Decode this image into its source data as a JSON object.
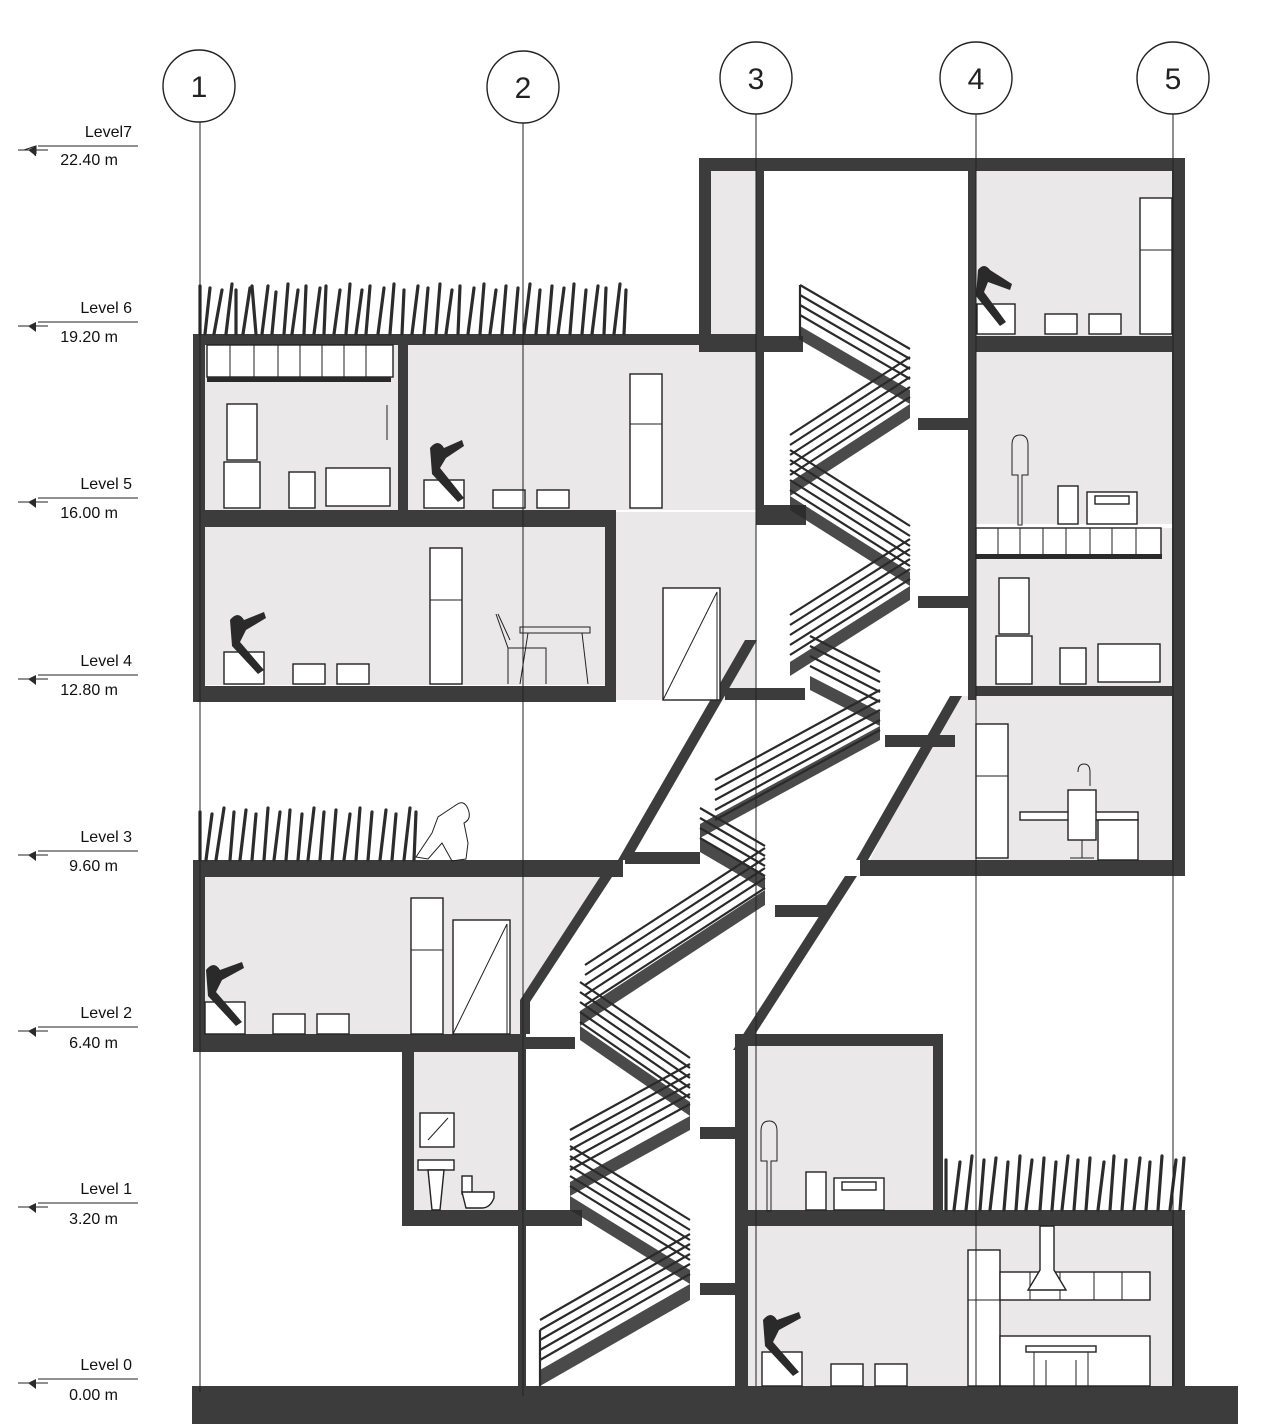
{
  "diagram": {
    "levels": [
      {
        "name": "Level7",
        "elevation": "22.40 m"
      },
      {
        "name": "Level 6",
        "elevation": "19.20 m"
      },
      {
        "name": "Level 5",
        "elevation": "16.00 m"
      },
      {
        "name": "Level 4",
        "elevation": "12.80 m"
      },
      {
        "name": "Level 3",
        "elevation": "9.60 m"
      },
      {
        "name": "Level 2",
        "elevation": "6.40 m"
      },
      {
        "name": "Level 1",
        "elevation": "3.20 m"
      },
      {
        "name": "Level 0",
        "elevation": "0.00 m"
      }
    ],
    "grid_lines": [
      {
        "label": "1"
      },
      {
        "label": "2"
      },
      {
        "label": "3"
      },
      {
        "label": "4"
      },
      {
        "label": "5"
      }
    ]
  }
}
